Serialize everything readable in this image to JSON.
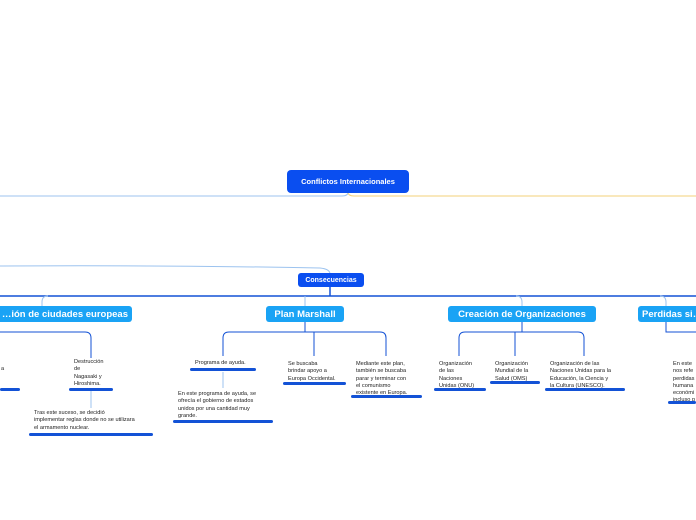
{
  "colors": {
    "node_main": "#0a4ef0",
    "node_branch": "#1aa3f5",
    "line_blue": "#1352d6",
    "line_light": "#9cc3ef",
    "line_yellow": "#f3d27a",
    "text": "#222222"
  },
  "map": {
    "root": "Conflictos Internacionales",
    "consequences": "Consecuencias",
    "branches": [
      "…ión de ciudades europeas",
      "Plan Marshall",
      "Creación de Organizaciones",
      "Perdidas si…"
    ],
    "notes": {
      "left_cut": "a",
      "destruccion": "Destrucción\nde\nNagasaki y\nHiroshima.",
      "tras_suceso": "Tras este suceso, se decidió\nimplementar reglas donde no se utilizara\nel armamento nuclear.",
      "programa": "Programa de ayuda.",
      "programa_detalle": "En este programa de ayuda, se\nofrecía el gobierno de estados\nunidos por una cantidad muy\ngrande.",
      "apoyo": "Se buscaba\nbrindar apoyo a\nEuropa Occidental.",
      "mediante": "Mediante este plan,\ntambién se buscaba\nparar y terminar con\nel comunismo\nexistente en Europa.",
      "onu": "Organización\nde las\nNaciones\nUnidas (ONU)",
      "oms": "Organización\nMundial de la\nSalud (OMS)",
      "unesco": "Organización de las\nNaciones Unidas para la\nEducación, la Ciencia y\nla Cultura (UNESCO).",
      "perdidas_cut": "En este\nnos refe\nperdidas\nhumana\neconómi\nincluso p"
    }
  }
}
